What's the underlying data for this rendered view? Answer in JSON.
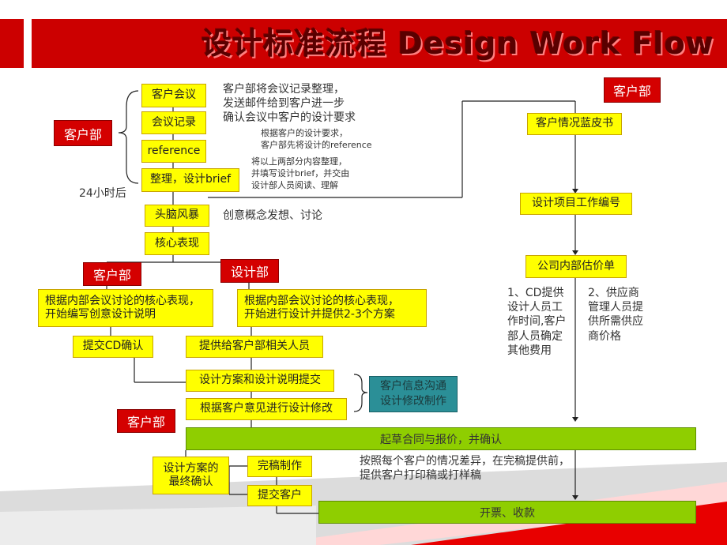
{
  "title": "设计标准流程 Design Work Flow",
  "left_flow": {
    "client_label": "客户部",
    "meeting": "客户会议",
    "minutes": "会议记录",
    "reference": "reference",
    "brief": "整理，设计brief",
    "note_minutes": [
      "客户部将会议记录整理，",
      "发送邮件给到客户进一步",
      "确认会议中客户的设计要求"
    ],
    "note_reference": [
      "根据客户的设计要求，",
      "客户部先将设计的reference"
    ],
    "note_brief": [
      "将以上两部分内容整理，",
      "并填写设计brief，并交由",
      "设计部人员阅读、理解"
    ],
    "time_note": "24小时后",
    "brainstorm": "头脑风暴",
    "brainstorm_note": "创意概念发想、讨论",
    "core": "核心表现",
    "client_label_2": "客户部",
    "design_label": "设计部",
    "client_task": [
      "根据内部会议讨论的核心表现，",
      "开始编写创意设计说明"
    ],
    "design_task": [
      "根据内部会议讨论的核心表现，",
      "开始进行设计并提供2-3个方案"
    ],
    "submit_cd": "提交CD确认",
    "provide_client": "提供给客户部相关人员",
    "submit_plan": "设计方案和设计说明提交",
    "revise": "根据客户意见进行设计修改",
    "teal_box": [
      "客户信息沟通",
      "设计修改制作"
    ],
    "client_label_3": "客户部",
    "final_confirm": [
      "设计方案的",
      "最终确认"
    ],
    "finalize": "完稿制作",
    "submit_client": "提交客户",
    "print_note": [
      "按照每个客户的情况差异，在完稿提供前，",
      "提供客户打印稿或打样稿"
    ]
  },
  "right_flow": {
    "client_label": "客户部",
    "blue_book": "客户情况蓝皮书",
    "project_no": "设计项目工作编号",
    "estimate": "公司内部估价单",
    "note_cd": [
      "1、CD提供",
      "设计人员工",
      "作时间,客户",
      "部人员确定",
      "其他费用"
    ],
    "note_supplier": [
      "2、供应商",
      "管理人员提",
      "供所需供应",
      "商价格"
    ]
  },
  "bars": {
    "contract": "起草合同与报价，并确认",
    "invoice": "开票、收款"
  },
  "colors": {
    "red": "#d40000",
    "yellow": "#ffff00",
    "green": "#8fce00",
    "teal": "#2b8f97"
  }
}
